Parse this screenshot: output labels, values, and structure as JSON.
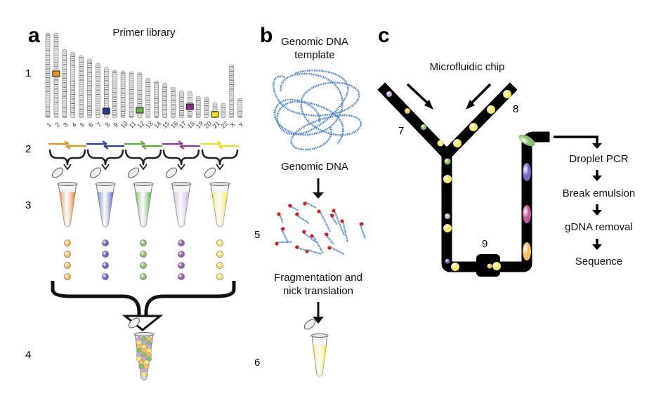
{
  "panels": {
    "a": {
      "letter": "a",
      "title": "Primer library",
      "steps": [
        "1",
        "2",
        "3",
        "4"
      ],
      "chromosomes": [
        "1",
        "2",
        "3",
        "4",
        "5",
        "6",
        "7",
        "8",
        "9",
        "10",
        "11",
        "12",
        "13",
        "14",
        "15",
        "16",
        "17",
        "18",
        "19",
        "20",
        "21",
        "22",
        "X",
        "Y"
      ],
      "markers": [
        {
          "chromosome": "2",
          "color": "#e3951f"
        },
        {
          "chromosome": "8",
          "color": "#1f3d8f"
        },
        {
          "chromosome": "12",
          "color": "#6ab045"
        },
        {
          "chromosome": "18",
          "color": "#8a2a8a"
        },
        {
          "chromosome": "21",
          "color": "#f2dd1a"
        }
      ],
      "primer_colors": [
        "#e3951f",
        "#2b3ea0",
        "#5ea83a",
        "#8a3a9a",
        "#f0dc2a"
      ],
      "tube_colors": [
        "#e07a1f",
        "#5a5ec8",
        "#5aa84a",
        "#c6a8de",
        "#f2e640"
      ],
      "bead_colors": [
        "#f0c060",
        "#6a6ac0",
        "#8cc070",
        "#9a60a8",
        "#f4e870"
      ]
    },
    "b": {
      "letter": "b",
      "title": "Genomic DNA template",
      "label_dna": "Genomic DNA",
      "label_frag": "Fragmentation and nick translation",
      "steps": [
        "5",
        "6"
      ],
      "dna_color": "#4a7fc1",
      "nick_color": "#cc2222"
    },
    "c": {
      "letter": "c",
      "title": "Microfluidic chip",
      "steps": [
        "7",
        "8",
        "9"
      ],
      "workflow": [
        "Droplet PCR",
        "Break emulsion",
        "gDNA removal",
        "Sequence"
      ]
    }
  }
}
